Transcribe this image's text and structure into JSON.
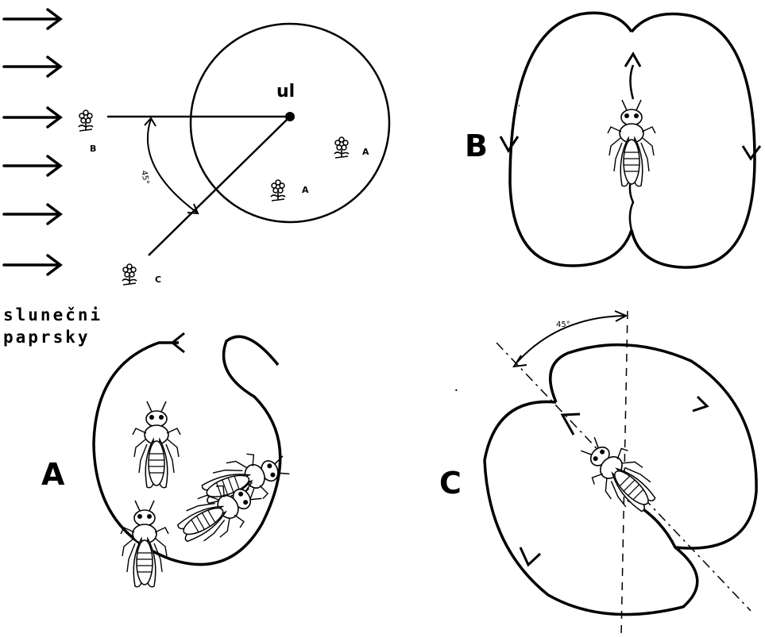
{
  "hive_label": "ul",
  "sun_rays_label_line1": "slunečni",
  "sun_rays_label_line2": "paprsky",
  "flower_labels": {
    "b": "B",
    "c": "C",
    "a1": "A",
    "a2": "A"
  },
  "angle_label_map": "45°",
  "angle_label_dance_c": "45°",
  "dance_labels": {
    "a": "A",
    "b": "B",
    "c": "C"
  },
  "colors": {
    "ink": "#000000",
    "paper": "#ffffff"
  }
}
